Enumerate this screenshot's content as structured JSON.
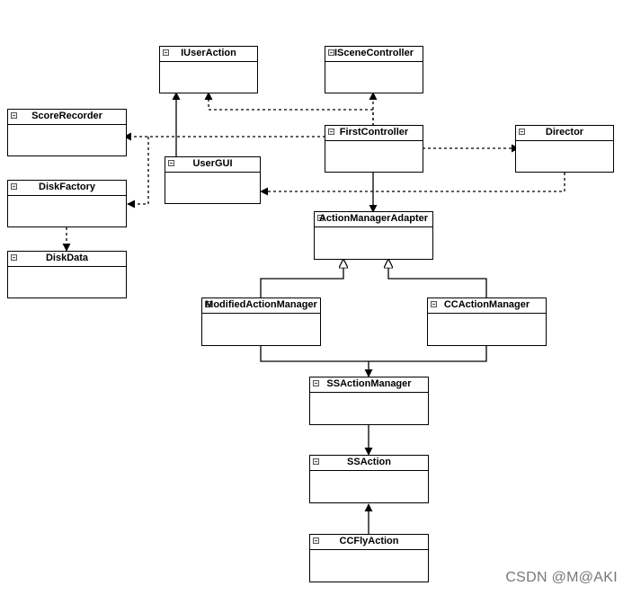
{
  "classes": {
    "iuseraction": "IUserAction",
    "iscenecontroller": "ISceneController",
    "scorerecorder": "ScoreRecorder",
    "firstcontroller": "FirstController",
    "director": "Director",
    "usergui": "UserGUI",
    "diskfactory": "DiskFactory",
    "actionmanageradapter": "ActionManagerAdapter",
    "diskdata": "DiskData",
    "modifiedactionmanager": "ModifiedActionManager",
    "ccactionmanager": "CCActionManager",
    "ssactionmanager": "SSActionManager",
    "ssaction": "SSAction",
    "ccflyaction": "CCFlyAction"
  },
  "watermark": "CSDN @M@AKI"
}
